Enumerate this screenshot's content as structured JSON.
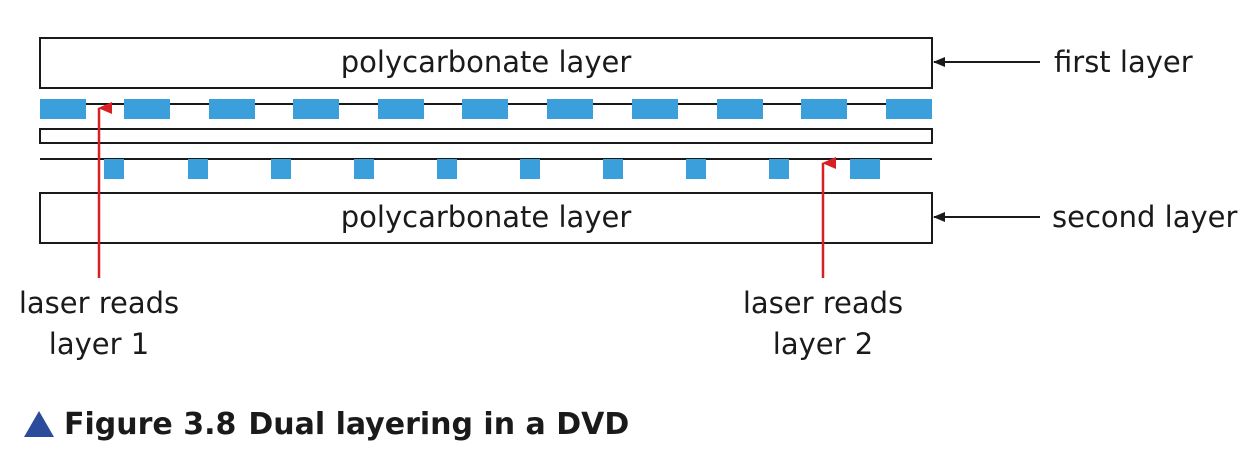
{
  "layers": {
    "top_label": "polycarbonate layer",
    "bottom_label": "polycarbonate layer"
  },
  "callouts": {
    "first_layer": "first layer",
    "second_layer": "second layer"
  },
  "lasers": {
    "laser1_line1": "laser reads",
    "laser1_line2": "layer 1",
    "laser2_line1": "laser reads",
    "laser2_line2": "layer 2"
  },
  "caption": {
    "label": "Figure 3.8",
    "text": "Dual layering in a DVD"
  },
  "colors": {
    "pit": "#3a9fdb",
    "laser": "#d81f26",
    "outline": "#1a1a1a",
    "caption_icon": "#2b4b9b"
  }
}
